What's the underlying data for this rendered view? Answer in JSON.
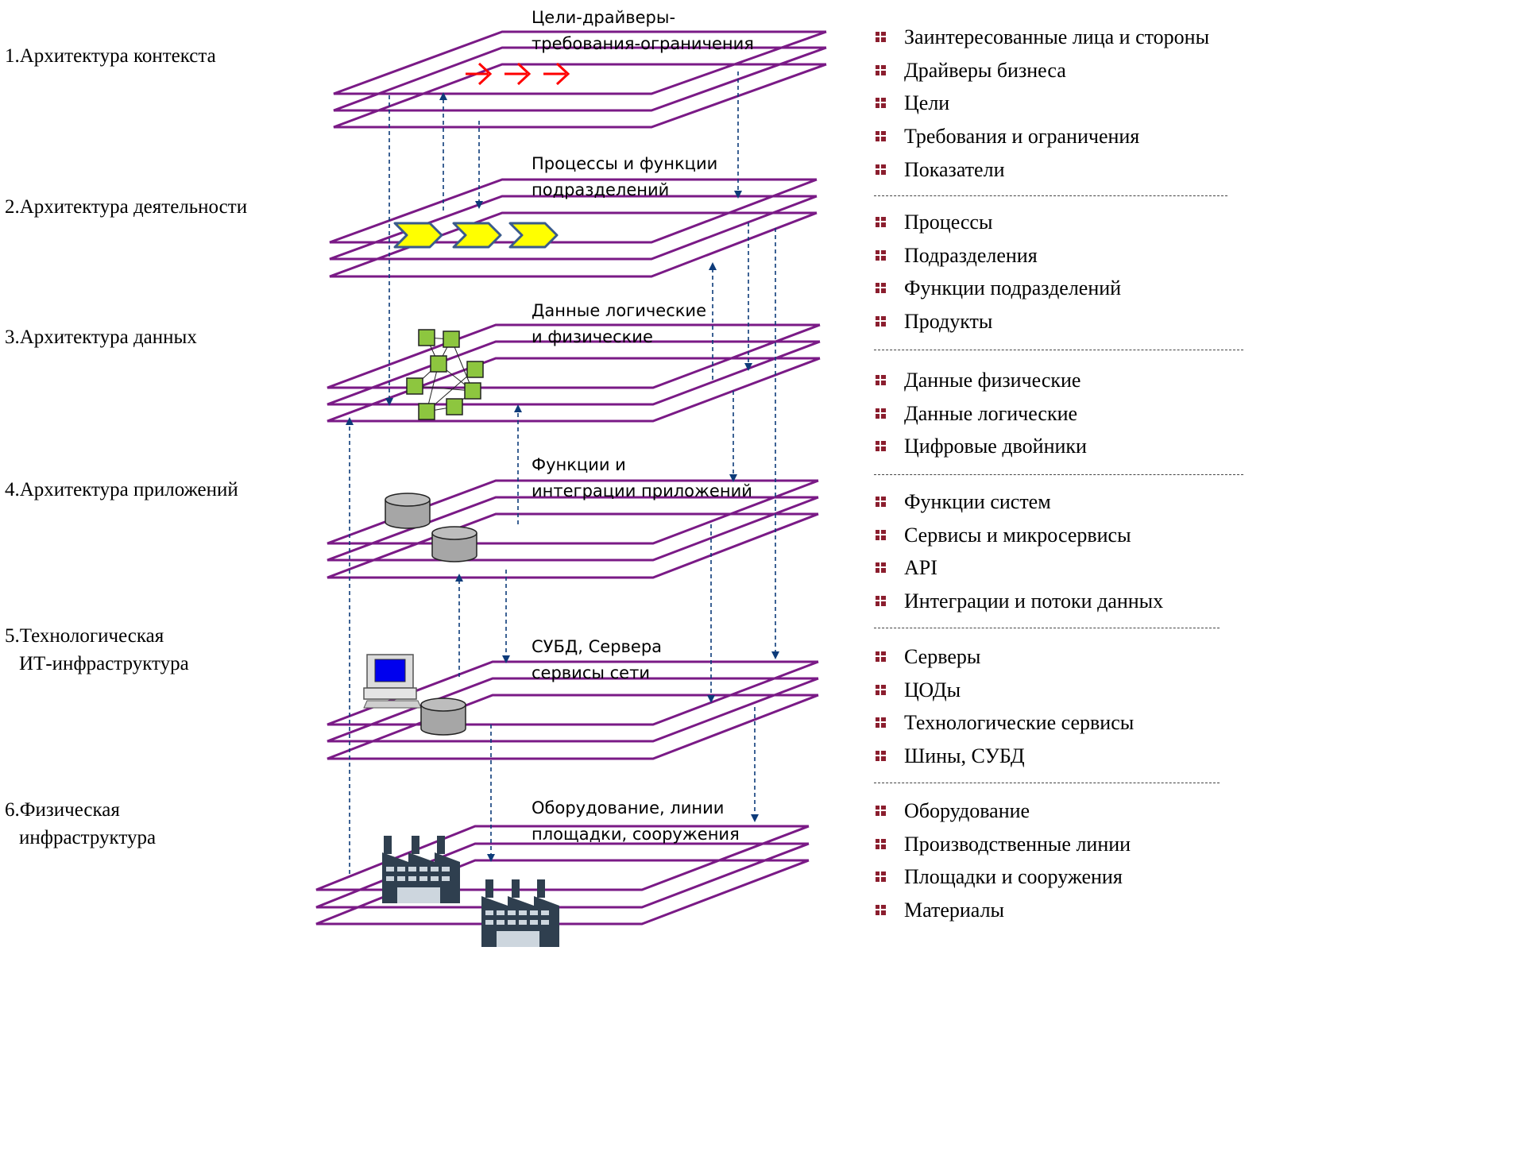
{
  "layers": [
    {
      "label": "1.Архитектура контекста",
      "label_line2": "",
      "caption": [
        "Цели-драйверы-",
        "требования-ограничения"
      ]
    },
    {
      "label": "2.Архитектура деятельности",
      "label_line2": "",
      "caption": [
        "Процессы и функции",
        "подразделений"
      ]
    },
    {
      "label": "3.Архитектура данных",
      "label_line2": "",
      "caption": [
        "Данные логические",
        "и физические"
      ]
    },
    {
      "label": "4.Архитектура приложений",
      "label_line2": "",
      "caption": [
        "Функции и",
        "интеграции приложений"
      ]
    },
    {
      "label": "5.Технологическая",
      "label_line2": "ИТ-инфраструктура",
      "caption": [
        "СУБД, Сервера",
        "сервисы сети"
      ]
    },
    {
      "label": "6.Физическая",
      "label_line2": "инфраструктура",
      "caption": [
        "Оборудование, линии",
        "площадки, сооружения"
      ]
    }
  ],
  "lists": [
    [
      "Заинтересованные лица и стороны",
      "Драйверы бизнеса",
      "Цели",
      "Требования и ограничения",
      "Показатели"
    ],
    [
      "Процессы",
      "Подразделения",
      "Функции подразделений",
      "Продукты"
    ],
    [
      "Данные физические",
      "Данные логические",
      "Цифровые двойники"
    ],
    [
      "Функции систем",
      "Сервисы и микросервисы",
      "API",
      "Интеграции и потоки данных"
    ],
    [
      "Серверы",
      "ЦОДы",
      "Технологические сервисы",
      "Шины, СУБД"
    ],
    [
      "Оборудование",
      "Производственные линии",
      "Площадки и сооружения",
      "Материалы"
    ]
  ],
  "icons": [
    "red-arrow-icon",
    "chevron-process-icon",
    "data-node-icon",
    "database-cylinder-icon",
    "computer-terminal-icon",
    "factory-icon",
    "list-bullet-icon"
  ],
  "colors": {
    "plane_stroke": "#7a1a86",
    "arrow": "#0d3b7a",
    "red_arrow": "#ff0000",
    "chevron_fill": "#ffff00",
    "chevron_stroke": "#3a5b8c",
    "node_fill": "#8dc63f",
    "db_fill": "#a6a6a6",
    "bullet": "#8b1e2e",
    "factory": "#2f3f4f"
  }
}
